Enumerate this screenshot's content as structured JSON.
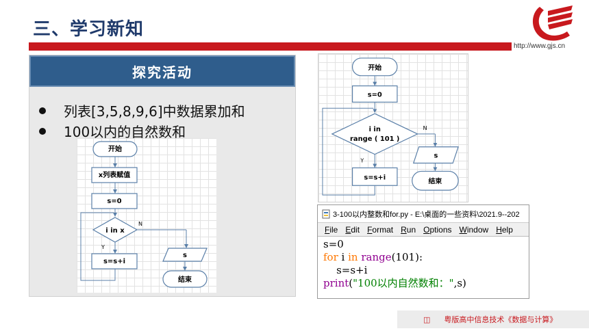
{
  "header": {
    "title": "三、学习新知",
    "url": "http://www.gjs.cn"
  },
  "panel": {
    "heading": "探究活动",
    "bullets": [
      "列表[3,5,8,9,6]中数据累加和",
      "100以内的自然数和"
    ]
  },
  "flowchart_list": {
    "start": "开始",
    "assign": "x列表赋值",
    "init": "s=0",
    "cond": "i  in x",
    "body": "s=s+i",
    "output": "s",
    "end": "结束",
    "no": "N",
    "yes": "Y"
  },
  "flowchart_range": {
    "start": "开始",
    "init": "s=0",
    "cond_line1": "i  in",
    "cond_line2": "range ( 101 )",
    "body": "s=s+i",
    "output": "s",
    "end": "结束",
    "no": "N",
    "yes": "Y"
  },
  "editor": {
    "title": "3-100以内整数和for.py - E:\\桌面的一些资料\\2021.9--202",
    "menu": [
      "File",
      "Edit",
      "Format",
      "Run",
      "Options",
      "Window",
      "Help"
    ],
    "code": {
      "line1": "s=0",
      "kw_for": "for",
      "var_i": " i ",
      "kw_in": "in",
      "fn_range": " range",
      "range_args": "(101):",
      "line3": "    s=s+i",
      "fn_print": "print",
      "print_open": "(",
      "print_str": "\"100以内自然数和：\"",
      "print_close": ",s)"
    }
  },
  "footer": {
    "icon": "print-icon",
    "text": "粤版高中信息技术《数据与计算》"
  },
  "colors": {
    "brand_red": "#c8191e",
    "title_blue": "#1f3a6b",
    "heading_bg": "#2f5d8c"
  }
}
